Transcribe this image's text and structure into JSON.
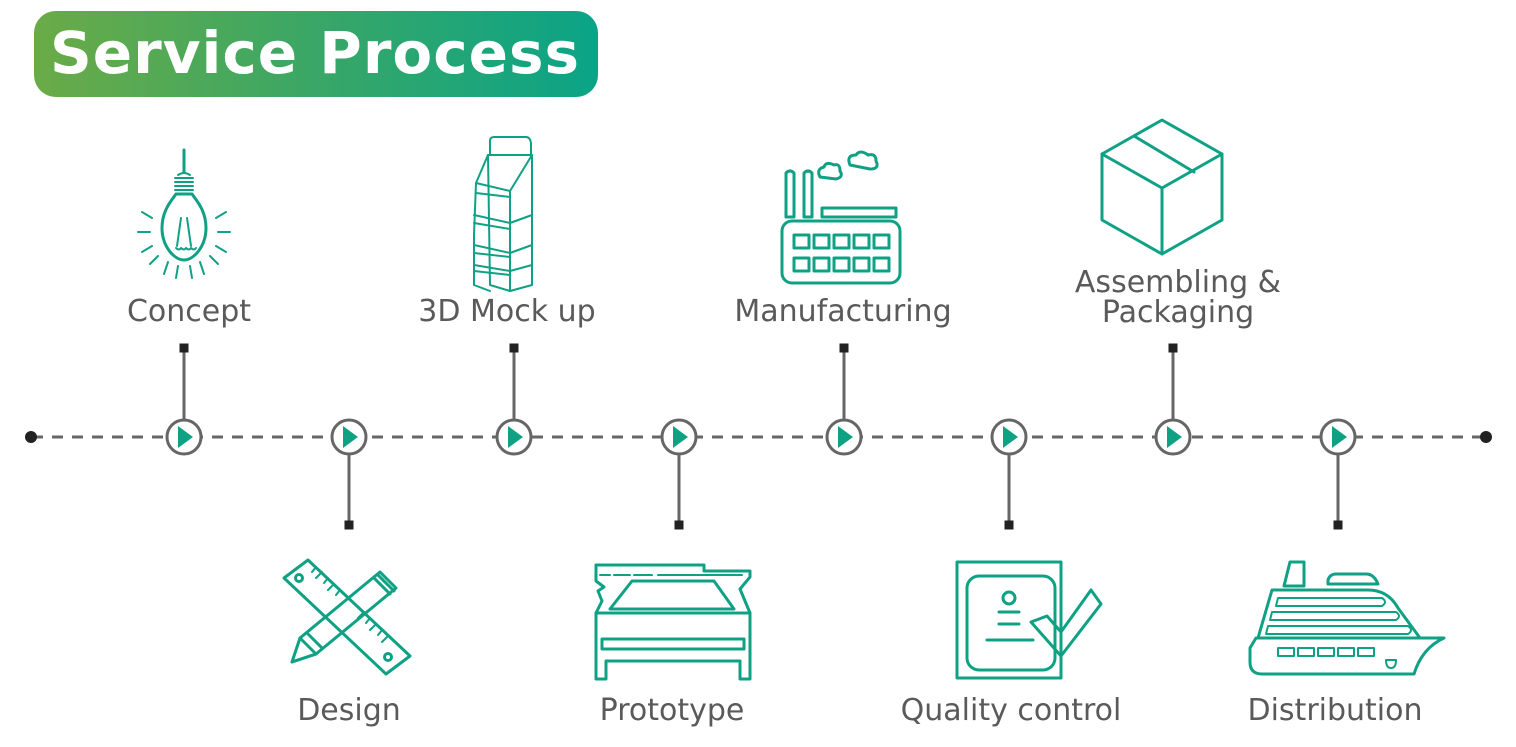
{
  "title": "Service Process",
  "colors": {
    "accent": "#0fa184",
    "gradient_start": "#6aab47",
    "gradient_end": "#0aa487",
    "line": "#666666",
    "marker": "#222222",
    "label_text": "#5a5a5a"
  },
  "steps": [
    {
      "label": "Concept",
      "icon": "light-bulb-icon",
      "position": "top"
    },
    {
      "label": "Design",
      "icon": "pencil-ruler-icon",
      "position": "bottom"
    },
    {
      "label": "3D Mock up",
      "icon": "display-shelf-icon",
      "position": "top"
    },
    {
      "label": "Prototype",
      "icon": "printer-machine-icon",
      "position": "bottom"
    },
    {
      "label": "Manufacturing",
      "icon": "factory-icon",
      "position": "top"
    },
    {
      "label": "Quality control",
      "icon": "document-check-icon",
      "position": "bottom"
    },
    {
      "label": "Assembling & Packaging",
      "label_lines": [
        "Assembling &",
        "Packaging"
      ],
      "icon": "box-icon",
      "position": "top"
    },
    {
      "label": "Distribution",
      "icon": "cruise-ship-icon",
      "position": "bottom"
    }
  ],
  "timeline": {
    "start_marker": "start-dot",
    "end_marker": "end-dot",
    "node_icon": "play-icon"
  }
}
